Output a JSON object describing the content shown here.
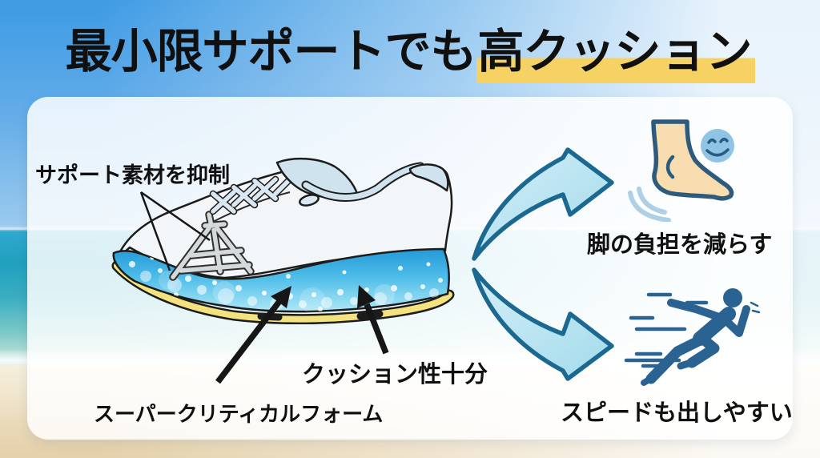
{
  "title": {
    "plain": "最小限サポートでも",
    "highlight": "高クッション"
  },
  "shoe_annotations": {
    "support": "サポート素材を抑制",
    "cushion": "クッション性十分",
    "foam": "スーパークリティカルフォーム"
  },
  "benefits": [
    {
      "icon": "foot-relief-icon",
      "label": "脚の負担を減らす"
    },
    {
      "icon": "sprinter-icon",
      "label": "スピードも出しやすい"
    }
  ],
  "colors": {
    "sky_blue": "#3e9be4",
    "ocean_teal": "#22a3c4",
    "sand": "#ecdcbd",
    "title_ink": "#101010",
    "highlight_yellow": "#f6d164",
    "benefit_arrow_fill": "#b7e4f0",
    "benefit_arrow_stroke": "#1b6890",
    "midsole_blue": "#2fa7e0",
    "outsole_yellow": "#f3e27d",
    "upper_white": "#f3f6f8",
    "lace_blue": "#d8e7f1",
    "frame_gray": "#d4d9db",
    "foot_skin": "#f8ddb0",
    "icon_outline": "#2e5b7c",
    "smiley_blue": "#90c4e4",
    "runner_blue": "#2a6391"
  }
}
